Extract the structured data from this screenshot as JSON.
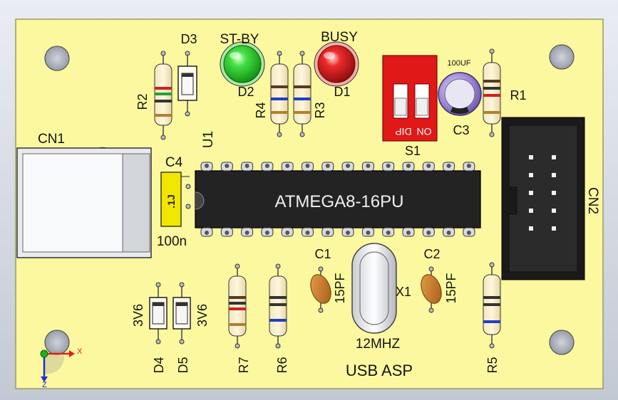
{
  "board": {
    "title": "USB ASP",
    "colors": {
      "pcb": "#fbf89f",
      "silk": "#141414",
      "ic_body": "#232323",
      "led_green": "#22c722",
      "led_red": "#e02020",
      "dip_red": "#e01818",
      "cap_purple": "#8c78c8"
    }
  },
  "labels": {
    "d3": "D3",
    "d2_name": "ST-BY",
    "d2": "D2",
    "d1_name": "BUSY",
    "d1": "D1",
    "c3_value": "100UF",
    "c3": "C3",
    "r1": "R1",
    "r2": "R2",
    "r3": "R3",
    "r4": "R4",
    "s1": "S1",
    "s1_on": "ON",
    "s1_dip": "DIP",
    "cn1": "CN1",
    "cn2": "CN2",
    "u1": "U1",
    "u1_part": "ATMEGA8-16PU",
    "c4": "C4",
    "c4_value": "100n",
    "c4_mark": ".1J",
    "c1": "C1",
    "c1_value": "15PF",
    "c2": "C2",
    "c2_value": "15PF",
    "x1": "X1",
    "x1_value": "12MHZ",
    "d4": "D4",
    "d4_value": "3V6",
    "d5": "D5",
    "d5_value": "3V6",
    "r5": "R5",
    "r6": "R6",
    "r7": "R7"
  },
  "axis_triad": {
    "x": "X",
    "z": "Z"
  }
}
